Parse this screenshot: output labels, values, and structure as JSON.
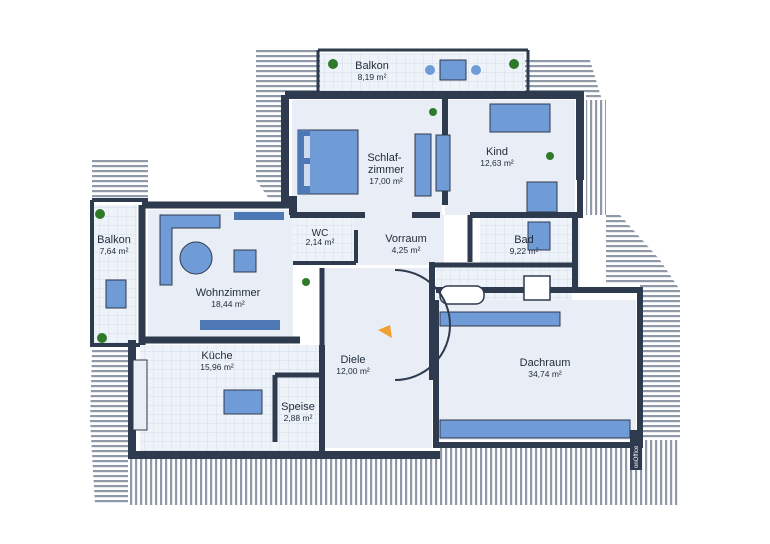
{
  "rooms": [
    {
      "key": "balkon_top",
      "name": "Balkon",
      "area": "8,19 m²"
    },
    {
      "key": "schlafzimmer",
      "name": "Schlaf-\nzimmer",
      "area": "17,00 m²"
    },
    {
      "key": "kind",
      "name": "Kind",
      "area": "12,63 m²"
    },
    {
      "key": "balkon_left",
      "name": "Balkon",
      "area": "7,64 m²"
    },
    {
      "key": "wc",
      "name": "WC",
      "area": "2,14 m²"
    },
    {
      "key": "vorraum",
      "name": "Vorraum",
      "area": "4,25 m²"
    },
    {
      "key": "bad",
      "name": "Bad",
      "area": "9,22 m²"
    },
    {
      "key": "wohnzimmer",
      "name": "Wohnzimmer",
      "area": "18,44 m²"
    },
    {
      "key": "kueche",
      "name": "Küche",
      "area": "15,96 m²"
    },
    {
      "key": "diele",
      "name": "Diele",
      "area": "12,00 m²"
    },
    {
      "key": "dachraum",
      "name": "Dachraum",
      "area": "34,74 m²"
    },
    {
      "key": "speise",
      "name": "Speise",
      "area": "2,88 m²"
    }
  ],
  "brand": "onOffice",
  "colors": {
    "wall": "#2e3a4e",
    "floor": "#ecf1f8",
    "grid": "#c9d6e8",
    "furniture": "#6f9bd6",
    "furniture_dark": "#4d78b5",
    "roof": "#8a93a3",
    "plant": "#2f7a28"
  }
}
